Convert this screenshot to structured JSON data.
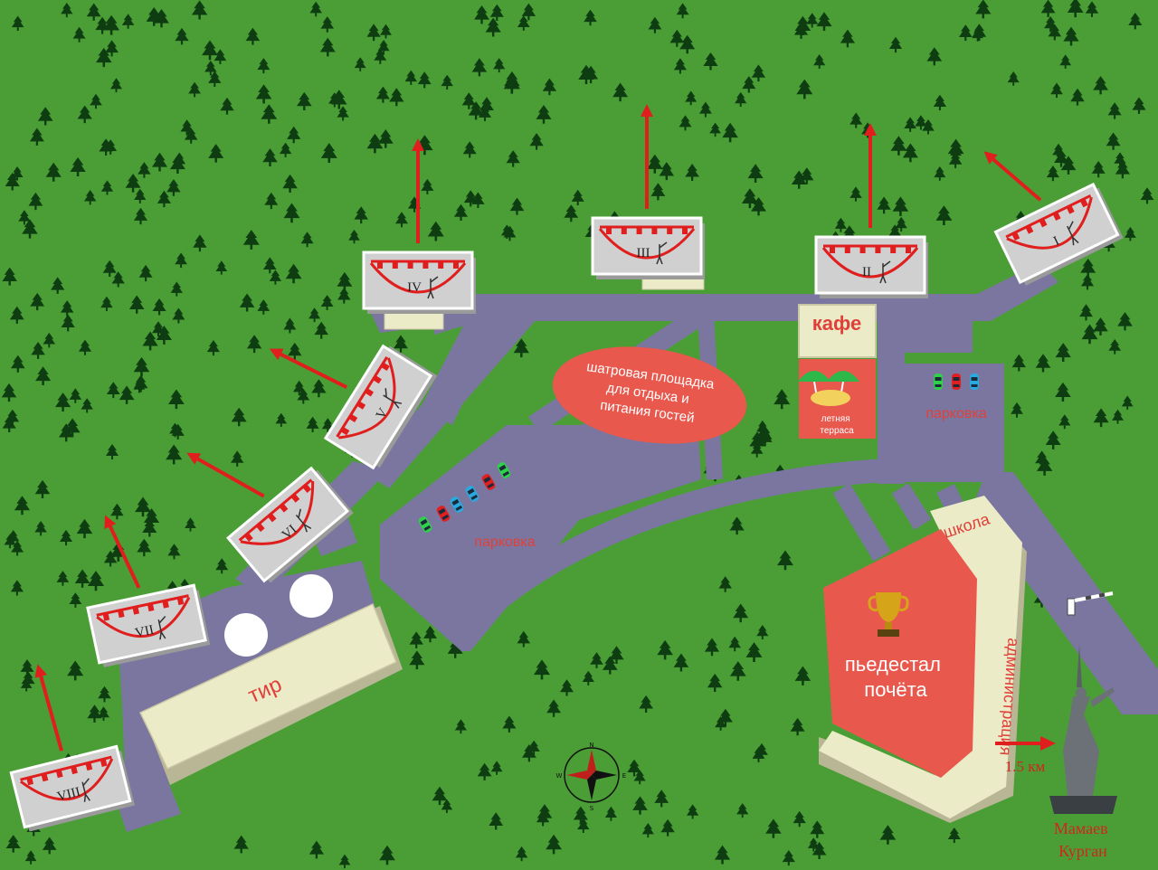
{
  "labels": {
    "cafe": "кафе",
    "tent_area": [
      "шатровая площадка",
      "для отдыха и",
      "питания гостей"
    ],
    "summer_terrace": [
      "летняя",
      "терраса"
    ],
    "parking_right": "парковка",
    "parking_center": "парковка",
    "school": "школа",
    "podium": [
      "пьедестал",
      "почёта"
    ],
    "administration": "администрация",
    "shooting_range": "тир",
    "distance": "1.5 км",
    "monument": [
      "Мамаев",
      "Курган"
    ]
  },
  "stands": [
    {
      "numeral": "I"
    },
    {
      "numeral": "II"
    },
    {
      "numeral": "III"
    },
    {
      "numeral": "IV"
    },
    {
      "numeral": "V"
    },
    {
      "numeral": "VI"
    },
    {
      "numeral": "VII"
    },
    {
      "numeral": "VIII"
    }
  ],
  "compass": {
    "letters": [
      "N",
      "E",
      "S",
      "W"
    ]
  },
  "icons": [
    "tree-icon",
    "trophy-icon",
    "parasol-icon",
    "car-icon",
    "compass-rose-icon",
    "barrier-icon",
    "monument-statue-icon",
    "shooter-icon",
    "direction-arrow-icon"
  ],
  "colors": {
    "grass": "#4a9e35",
    "tree": "#0f3d12",
    "road": "#7b76a0",
    "building": "#ecebc8",
    "accent_red": "#e8584d",
    "arrow_red": "#e01e1e"
  }
}
